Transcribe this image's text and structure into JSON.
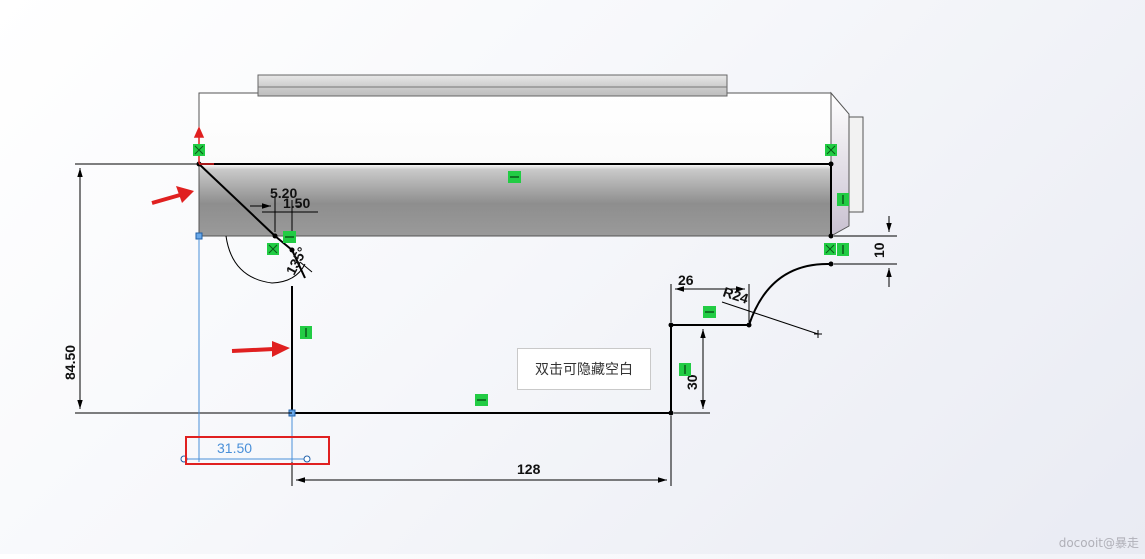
{
  "dimensions": {
    "vertical_height": "84.50",
    "width_selected": "31.50",
    "base_length": "128",
    "step_width": "26",
    "step_height": "30",
    "arc_radius": "R24",
    "right_offset": "10",
    "top_dim_a": "5.20",
    "top_dim_b": "1.50",
    "angle": "135°"
  },
  "tooltip": {
    "text": "双击可隐藏空白"
  },
  "watermark": {
    "text": "docooit@暴走"
  },
  "colors": {
    "sketch_line": "#000000",
    "relation_marker": "#22cc44",
    "selected_dimension": "#4a90d9",
    "annotation_arrow": "#e02020",
    "highlight_box": "#e02020"
  },
  "relation_markers": {
    "horizontal": "horizontal-relation-icon",
    "vertical": "vertical-relation-icon",
    "coincident": "coincident-relation-icon"
  }
}
